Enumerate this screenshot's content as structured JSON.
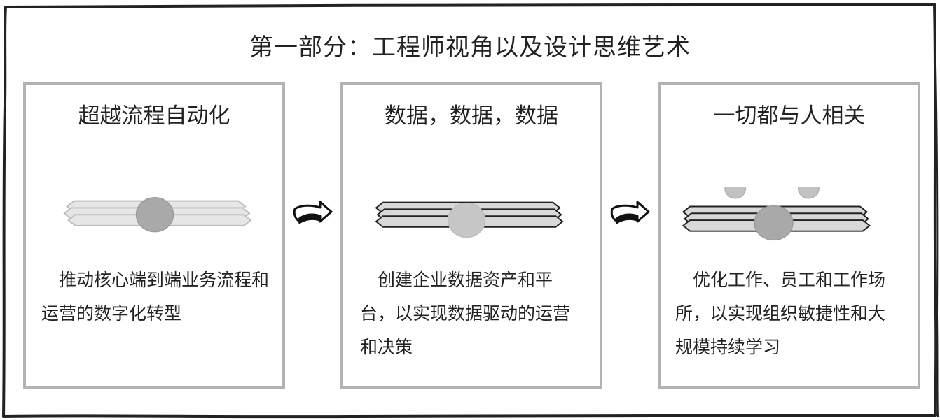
{
  "title": "第一部分：工程师视角以及设计思维艺术",
  "panels": [
    {
      "heading": "超越流程自动化",
      "body": "推动核心端到端业务流程和运营的数字化转型",
      "icon": "layered-bars-with-circle-icon"
    },
    {
      "heading": "数据，数据，数据",
      "body": "创建企业数据资产和平台，以实现数据驱动的运营和决策",
      "icon": "layered-bars-with-circle-icon"
    },
    {
      "heading": "一切都与人相关",
      "body": "优化工作、员工和工作场所，以实现组织敏捷性和大规模持续学习",
      "icon": "layered-bars-with-people-icon"
    }
  ],
  "connectors": [
    "curved-arrow-icon",
    "curved-arrow-icon"
  ],
  "colors": {
    "frame": "#222222",
    "panel_border": "#b3b3b3",
    "bar_light": "#e3e3e3",
    "bar_dark": "#d0d0d0",
    "circle": "#a9a9a9",
    "circle_light": "#c4c4c4"
  }
}
